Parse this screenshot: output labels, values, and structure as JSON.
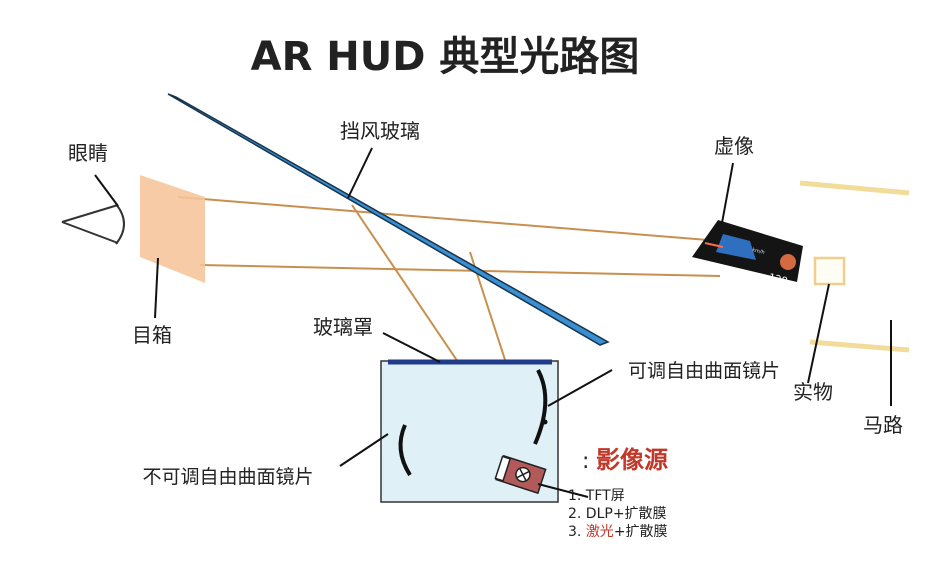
{
  "title": "AR HUD 典型光路图",
  "labels": {
    "eye": "眼睛",
    "eyebox": "目箱",
    "windshield": "挡风玻璃",
    "virtual_image": "虚像",
    "glass_cover": "玻璃罩",
    "adjustable_mirror": "可调自由曲面镜片",
    "fixed_mirror": "不可调自由曲面镜片",
    "real_object": "实物",
    "road": "马路"
  },
  "image_source": {
    "heading": "影像源",
    "colon": ":",
    "items": [
      {
        "text": "1. TFT屏"
      },
      {
        "text": "2. DLP+扩散膜"
      },
      {
        "text": "3. 激光+扩散膜",
        "highlight": "激光"
      }
    ]
  },
  "virtual_display": {
    "speed": "128",
    "tiny_text": "km/h"
  },
  "colors": {
    "beam": "#c8904e",
    "windshield": "#3a8fd0",
    "eyebox_fill": "#f5c49a",
    "housing_fill": "#dff0f6",
    "housing_lid": "#1f3b8a",
    "road": "#f2dc9a",
    "source_label": "#c0392b",
    "highlight": "#c0392b"
  }
}
